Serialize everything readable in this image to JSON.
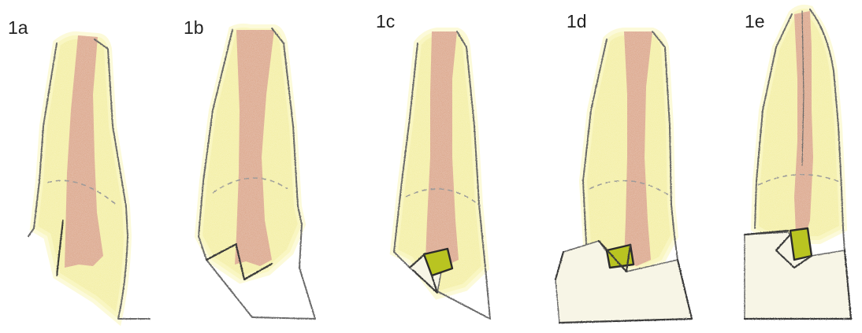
{
  "colors": {
    "background": "#ffffff",
    "dentin": "#f3ee9a",
    "dentin_light": "#fbf8c9",
    "pulp": "#d89678",
    "pulp_dark": "#c4765a",
    "outline": "#6b6b6b",
    "cut_line": "#3a3a3a",
    "restoration": "#b9c421",
    "restoration_edge": "#2b2b2b",
    "enamel_block": "#f7f5e6",
    "cej_dash": "#9a9a9a"
  },
  "panels": [
    {
      "id": "1a",
      "label": "1a"
    },
    {
      "id": "1b",
      "label": "1b"
    },
    {
      "id": "1c",
      "label": "1c"
    },
    {
      "id": "1d",
      "label": "1d"
    },
    {
      "id": "1e",
      "label": "1e"
    }
  ]
}
